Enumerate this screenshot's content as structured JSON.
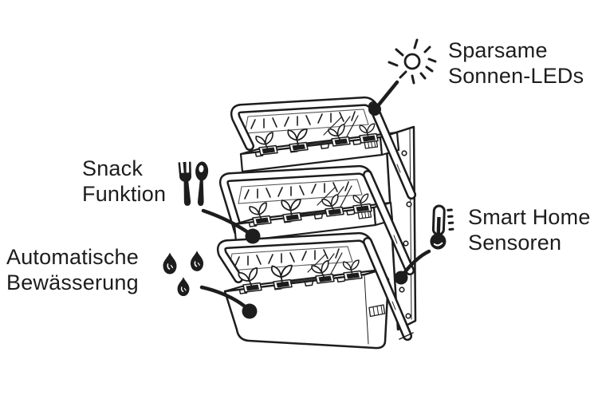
{
  "colors": {
    "ink": "#1d1d1d",
    "background": "#ffffff"
  },
  "features": [
    {
      "id": "sonnen-leds",
      "line1": "Sparsame",
      "line2": "Sonnen-LEDs",
      "icon": "sun-icon"
    },
    {
      "id": "snack-funktion",
      "line1": "Snack",
      "line2": "Funktion",
      "icon": "fork-and-spoon-icon"
    },
    {
      "id": "automatische-bewaesserung",
      "line1": "Automatische",
      "line2": "Bewässerung",
      "icon": "water-drops-icon"
    },
    {
      "id": "smart-home-sensoren",
      "line1": "Smart Home",
      "line2": "Sensoren",
      "icon": "thermometer-icon"
    }
  ],
  "illustration": {
    "tiers": 3,
    "plant_pods_per_tier": 4,
    "water_drops": 3,
    "connector_dots": 4
  }
}
